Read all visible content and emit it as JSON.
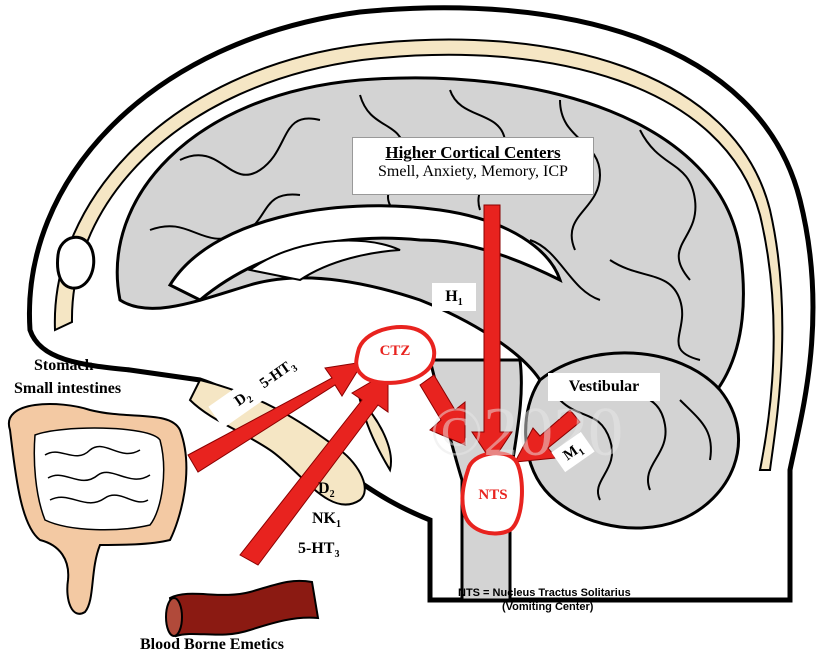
{
  "cortical": {
    "title": "Higher Cortical Centers",
    "subtitle": "Smell, Anxiety, Memory, ICP"
  },
  "nodes": {
    "ctz": "CTZ",
    "nts": "NTS"
  },
  "receptors": {
    "h": "H",
    "h_sub": "1",
    "m": "M",
    "m_sub": "1",
    "d2_a": "D",
    "d2_a_sub": "2",
    "ht3_a": "5-HT",
    "ht3_a_sub": "3",
    "d2_b": "D",
    "d2_b_sub": "2",
    "nk1": "NK",
    "nk1_sub": "1",
    "ht3_b": "5-HT",
    "ht3_b_sub": "3"
  },
  "sources": {
    "vestibular": "Vestibular",
    "stomach_line1": "Stomach",
    "stomach_line2": "Small intestines",
    "blood": "Blood Borne Emetics"
  },
  "footnote": {
    "line1": "NTS = Nucleus Tractus Solitarius",
    "line2": "(Vomiting Center)"
  },
  "colors": {
    "arrow": "#e8231f",
    "brain": "#d3d3d3",
    "skull": "#f5e6c4",
    "intestine": "#f3c9a3",
    "vessel": "#8b1a12"
  }
}
